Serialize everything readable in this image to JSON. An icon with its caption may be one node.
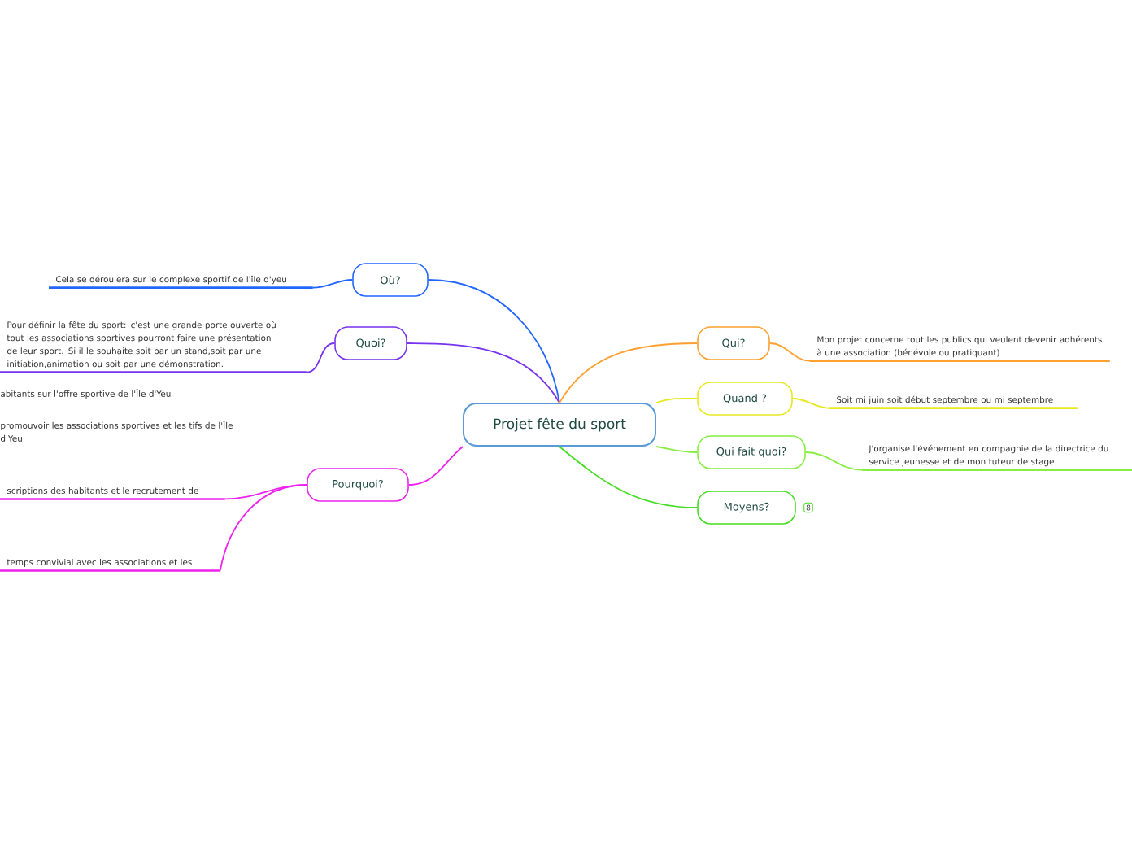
{
  "diagram": {
    "nodes": [
      {
        "text": [
          "Projet fête du sport"
        ]
      },
      {
        "text": [
          "Où?"
        ]
      },
      {
        "text": [
          "Quoi?"
        ]
      },
      {
        "text": [
          "Pourquoi?"
        ]
      },
      {
        "text": [
          "Qui?"
        ]
      },
      {
        "text": [
          "Quand ?"
        ]
      },
      {
        "text": [
          "Qui fait quoi?"
        ]
      },
      {
        "text": [
          "Moyens?"
        ]
      },
      {
        "text": [
          "Cela se déroulera sur le complexe sportif de l'île d'yeu"
        ]
      },
      {
        "text": [
          "Pour définir la fête du sport: c'est une grande porte ouverte où tout les associations sportives pourront faire une présentation de leur sport. Si il le souhaite soit par un stand,soit par une initiation,animation ou soit par une démonstration."
        ]
      },
      {
        "text": [
          "scriptions des habitants et le recrutement de"
        ]
      },
      {
        "text": [
          "temps convivial avec les  associations et les"
        ]
      },
      {
        "text": [
          "Mon projet concerne tout les publics qui veulent devenir adhérents à une association (bénévole ou pratiquant)"
        ]
      },
      {
        "text": [
          "Soit mi juin soit début septembre ou mi septembre"
        ]
      },
      {
        "text": [
          "J'organise l'événement en compagnie de la directrice du service jeunesse et de mon tuteur de stage"
        ]
      }
    ],
    "edges": [
      {
        "from": 0,
        "to": 1,
        "arrow": "none",
        "color": "#2266ff"
      },
      {
        "from": 0,
        "to": 2,
        "arrow": "none",
        "color": "#7733ee"
      },
      {
        "from": 0,
        "to": 3,
        "arrow": "none",
        "color": "#ee22ee"
      },
      {
        "from": 0,
        "to": 4,
        "arrow": "none",
        "color": "#ffa030"
      },
      {
        "from": 0,
        "to": 5,
        "arrow": "none",
        "color": "#e8e820"
      },
      {
        "from": 0,
        "to": 6,
        "arrow": "none",
        "color": "#88ee44"
      },
      {
        "from": 0,
        "to": 7,
        "arrow": "none",
        "color": "#44dd22"
      },
      {
        "from": 1,
        "to": 8,
        "arrow": "none",
        "color": "#2266ff"
      },
      {
        "from": 2,
        "to": 9,
        "arrow": "none",
        "color": "#7733ee"
      },
      {
        "from": 3,
        "to": 10,
        "arrow": "none",
        "color": "#ee22ee"
      },
      {
        "from": 3,
        "to": 11,
        "arrow": "none",
        "color": "#ee22ee"
      },
      {
        "from": 4,
        "to": 12,
        "arrow": "none",
        "color": "#ffa030"
      },
      {
        "from": 5,
        "to": 13,
        "arrow": "none",
        "color": "#e8e820"
      },
      {
        "from": 6,
        "to": 14,
        "arrow": "none",
        "color": "#88ee44"
      }
    ],
    "labels": [
      "8",
      "abitants sur l'offre sportive de l'Île d'Yeu",
      "promouvoir les associations sportives et les tifs de l'Île d'Yeu"
    ]
  }
}
